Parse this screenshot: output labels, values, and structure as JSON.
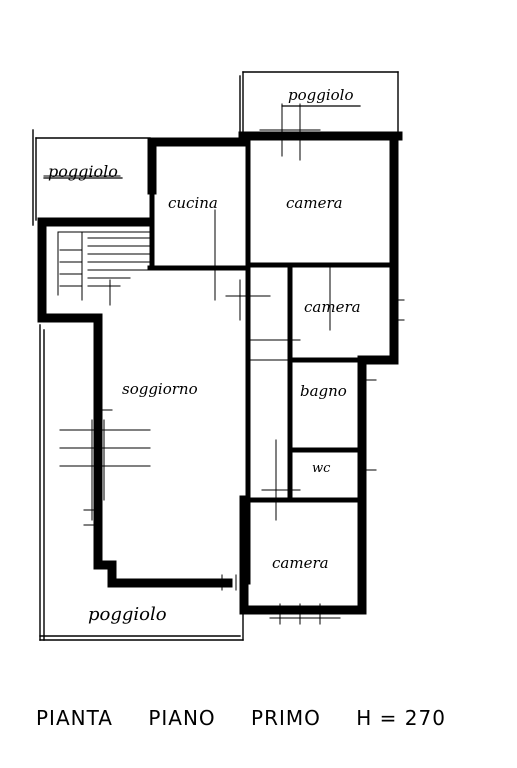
{
  "plan": {
    "rooms": {
      "poggiolo_top": "poggiolo",
      "poggiolo_left": "poggiolo",
      "cucina": "cucina",
      "camera_1": "camera",
      "camera_2": "camera",
      "soggiorno": "soggiorno",
      "bagno": "bagno",
      "wc": "wc",
      "camera_3": "camera",
      "poggiolo_bottom": "poggiolo"
    },
    "title": {
      "word1": "PIANTA",
      "word2": "PIANO",
      "word3": "PRIMO",
      "height": "H = 270"
    }
  }
}
